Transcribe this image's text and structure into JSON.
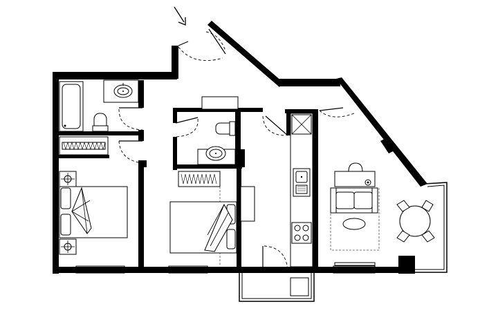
{
  "plan": {
    "accent": "#000000",
    "background": "#ffffff",
    "icons": [
      "entrance-arrow-icon"
    ],
    "rooms": [
      "bathroom",
      "wardrobe",
      "bedroom-1",
      "shower-room",
      "bedroom-2",
      "hallway",
      "kitchen",
      "living-dining",
      "balcony",
      "storage-cupboard"
    ]
  }
}
